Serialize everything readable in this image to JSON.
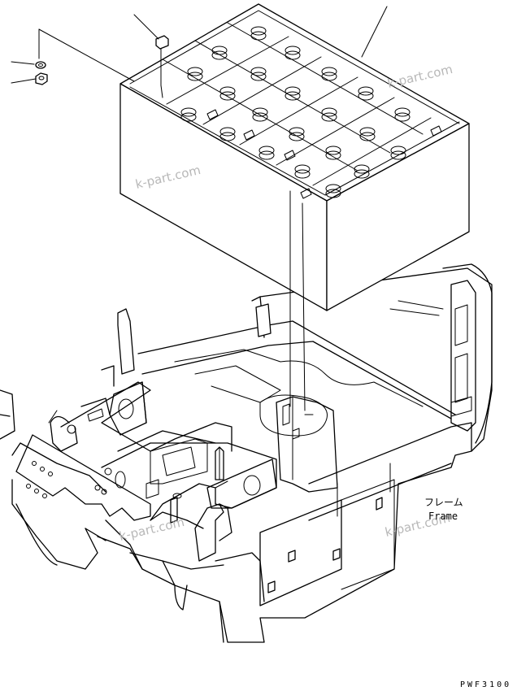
{
  "labels": {
    "frame_jp": "フレーム",
    "frame_en": "Frame",
    "drawing_code": "PWF3100"
  },
  "watermarks": [
    "k-part.com",
    "k-part.com",
    "k-part.com",
    "k-part.com"
  ],
  "colors": {
    "line": "#000000",
    "watermark": "#b8b8b8",
    "background": "#ffffff"
  }
}
